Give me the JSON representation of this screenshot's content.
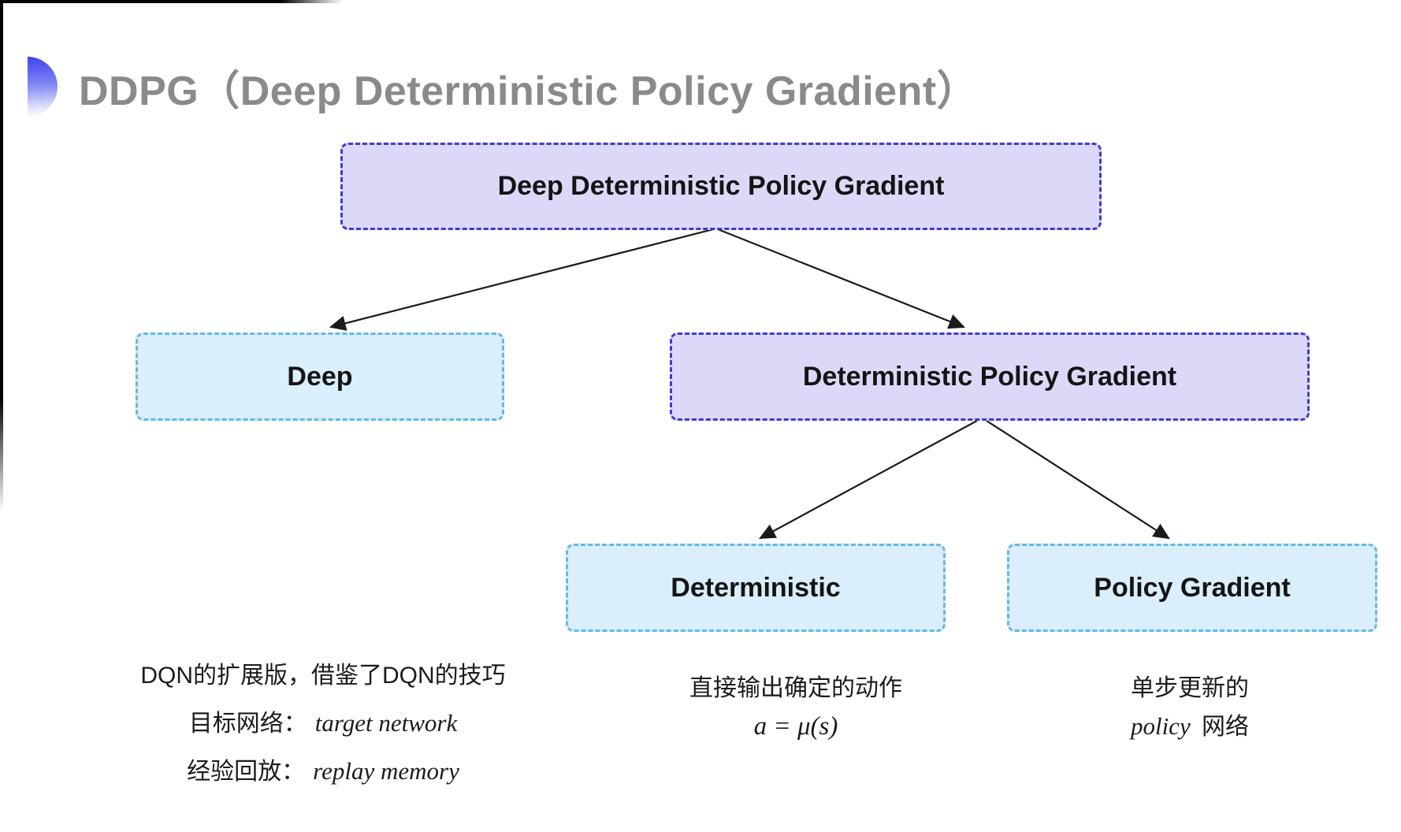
{
  "title": {
    "text": "DDPG（Deep Deterministic Policy Gradient）",
    "accent_icon": "half-circle-gradient"
  },
  "colors": {
    "title_text": "#8a8a8a",
    "accent_top": "#4449ee",
    "purple_fill": "#dcd9f8",
    "purple_border": "#3c3cd2",
    "cyan_fill": "#daeefb",
    "cyan_border": "#66b8e4",
    "arrow": "#1a1a1a"
  },
  "diagram": {
    "nodes": {
      "root": {
        "label": "Deep Deterministic Policy Gradient",
        "variant": "purple"
      },
      "deep": {
        "label": "Deep",
        "variant": "cyan"
      },
      "dpg": {
        "label": "Deterministic Policy Gradient",
        "variant": "purple"
      },
      "deterministic": {
        "label": "Deterministic",
        "variant": "cyan"
      },
      "policy_gradient": {
        "label": "Policy Gradient",
        "variant": "cyan"
      }
    },
    "edges": [
      {
        "from": "root",
        "to": "deep"
      },
      {
        "from": "root",
        "to": "dpg"
      },
      {
        "from": "dpg",
        "to": "deterministic"
      },
      {
        "from": "dpg",
        "to": "policy_gradient"
      }
    ]
  },
  "notes": {
    "deep_note": {
      "line1": "DQN的扩展版，借鉴了DQN的技巧",
      "line2_label": "目标网络：",
      "line2_term": "target network",
      "line3_label": "经验回放：",
      "line3_term": "replay memory"
    },
    "deterministic_note": {
      "line1": "直接输出确定的动作",
      "formula": "a = μ(s)"
    },
    "policy_gradient_note": {
      "line1": "单步更新的",
      "term": "policy",
      "suffix": " 网络"
    }
  }
}
